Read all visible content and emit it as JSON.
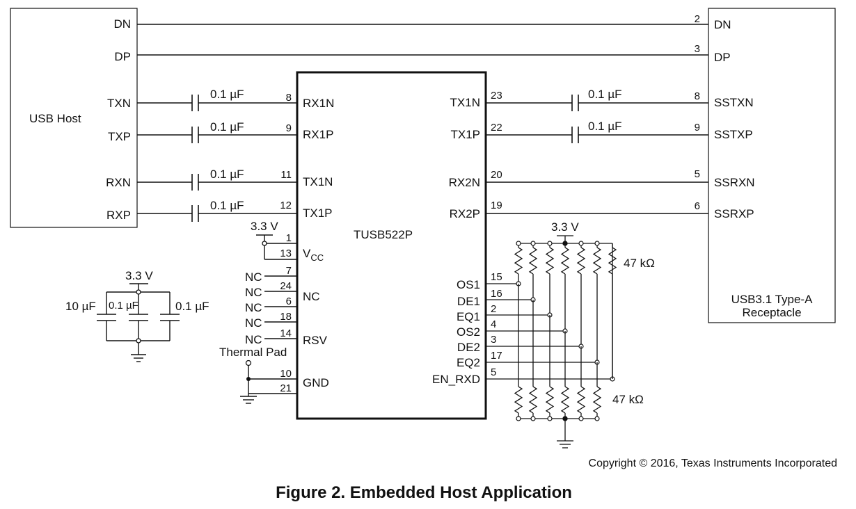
{
  "usb_host": {
    "title": "USB Host",
    "pins": [
      "DN",
      "DP",
      "TXN",
      "TXP",
      "RXN",
      "RXP"
    ]
  },
  "chip": {
    "name": "TUSB522P",
    "left_pins": [
      {
        "num": "8",
        "label": "RX1N"
      },
      {
        "num": "9",
        "label": "RX1P"
      },
      {
        "num": "11",
        "label": "TX1N"
      },
      {
        "num": "12",
        "label": "TX1P"
      },
      {
        "num": "1",
        "label": ""
      },
      {
        "num": "13",
        "label": "V",
        "sub": "CC"
      },
      {
        "num": "7",
        "label": ""
      },
      {
        "num": "24",
        "label": "NC"
      },
      {
        "num": "6",
        "label": ""
      },
      {
        "num": "18",
        "label": ""
      },
      {
        "num": "14",
        "label": "RSV"
      },
      {
        "num": "10",
        "label": ""
      },
      {
        "num": "21",
        "label": "GND"
      }
    ],
    "right_pins": [
      {
        "num": "23",
        "label": "TX1N"
      },
      {
        "num": "22",
        "label": "TX1P"
      },
      {
        "num": "20",
        "label": "RX2N"
      },
      {
        "num": "19",
        "label": "RX2P"
      },
      {
        "num": "15",
        "label": "OS1"
      },
      {
        "num": "16",
        "label": "DE1"
      },
      {
        "num": "2",
        "label": "EQ1"
      },
      {
        "num": "4",
        "label": "OS2"
      },
      {
        "num": "3",
        "label": "DE2"
      },
      {
        "num": "17",
        "label": "EQ2"
      },
      {
        "num": "5",
        "label": "EN_RXD"
      }
    ],
    "nc_label": "NC",
    "thermal_pad": "Thermal Pad",
    "vcc_supply": "3.3 V"
  },
  "receptacle": {
    "title_line1": "USB3.1 Type-A",
    "title_line2": "Receptacle",
    "pins": [
      {
        "num": "2",
        "label": "DN"
      },
      {
        "num": "3",
        "label": "DP"
      },
      {
        "num": "8",
        "label": "SSTXN"
      },
      {
        "num": "9",
        "label": "SSTXP"
      },
      {
        "num": "5",
        "label": "SSRXN"
      },
      {
        "num": "6",
        "label": "SSRXP"
      }
    ]
  },
  "coupling_cap": "0.1 µF",
  "pullup": {
    "supply": "3.3 V",
    "value": "47 kΩ"
  },
  "pulldown": {
    "value": "47 kΩ"
  },
  "decoupling": {
    "supply": "3.3 V",
    "caps": [
      "10 µF",
      "0.1 µF",
      "0.1 µF"
    ]
  },
  "copyright": "Copyright © 2016, Texas Instruments Incorporated",
  "caption": "Figure 2.  Embedded Host Application"
}
